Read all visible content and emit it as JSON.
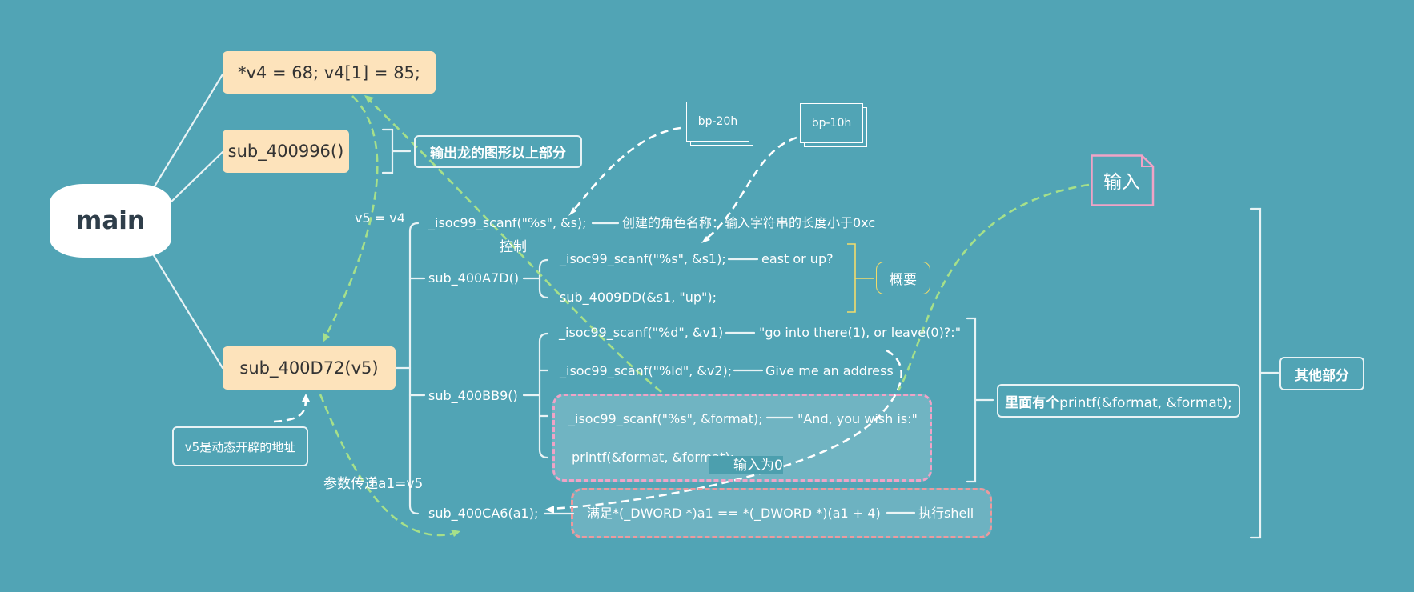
{
  "root": {
    "label": "main"
  },
  "branches": {
    "v4_assign": "*v4 = 68;  v4[1] = 85;",
    "sub_400996": "sub_400996()",
    "sub_400D72": "sub_400D72(v5)"
  },
  "notes": {
    "dragon_output": "输出龙的图形以上部分",
    "v5_eq_v4": "v5 = v4",
    "v5_dynamic": "v5是动态开辟的地址",
    "param_pass": "参数传递a1=v5",
    "control": "控制",
    "summary": "概要",
    "input_zero": "输入为0",
    "contains_printf_bold": "里面有个",
    "contains_printf_rest": "printf(&format, &format);",
    "other_parts": "其他部分",
    "input_tag": "输入"
  },
  "stack_labels": {
    "bp20": "bp-20h",
    "bp10": "bp-10h"
  },
  "calls": {
    "scanf_s": "_isoc99_scanf(\"%s\", &s);",
    "scanf_s_note": "创建的角色名称：输入字符串的长度小于0xc",
    "sub_400A7D": "sub_400A7D()",
    "scanf_s1": "_isoc99_scanf(\"%s\", &s1);",
    "east_up": "east or up?",
    "sub_4009DD": "sub_4009DD(&s1, \"up\");",
    "sub_400BB9": "sub_400BB9()",
    "scanf_d_v1": "_isoc99_scanf(\"%d\", &v1)",
    "go_into": "\"go into there(1), or leave(0)?:\"",
    "scanf_ld_v2": "_isoc99_scanf(\"%ld\", &v2);",
    "give_address": "Give me an address",
    "scanf_format": "_isoc99_scanf(\"%s\", &format);",
    "wish_is": "\"And, you wish is:\"",
    "printf_format": "printf(&format, &format);",
    "sub_400CA6": "sub_400CA6(a1);",
    "satisfy": "满足*(_DWORD *)a1 == *(_DWORD *)(a1 + 4)",
    "exec_shell": "执行shell"
  },
  "colors": {
    "background": "#51a4b5",
    "beige": "#fde3bb",
    "pink_dash": "#f0a3c6",
    "green_dash": "#a6e08a",
    "yellow_bracket": "#f2dc6b"
  }
}
